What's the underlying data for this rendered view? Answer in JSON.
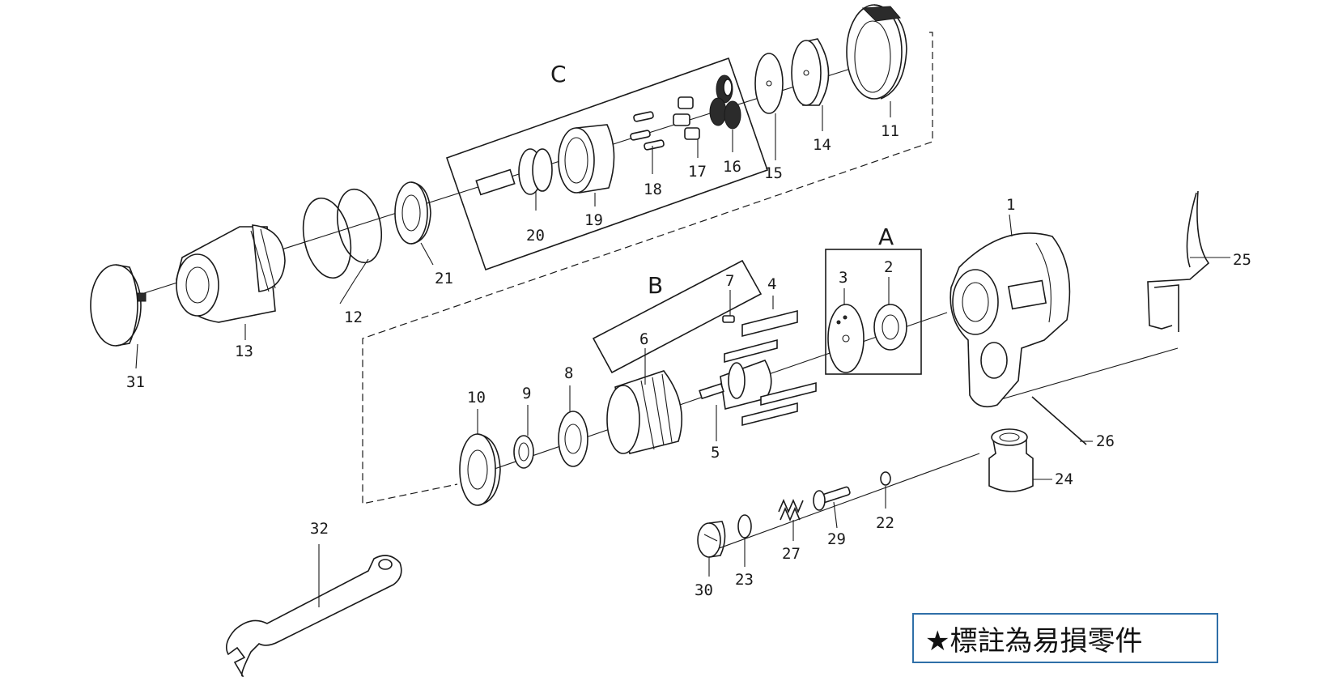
{
  "group_labels": {
    "a": "A",
    "b": "B",
    "c": "C"
  },
  "part_numbers": {
    "p1": "1",
    "p2": "2",
    "p3": "3",
    "p4": "4",
    "p5": "5",
    "p6": "6",
    "p7": "7",
    "p8": "8",
    "p9": "9",
    "p10": "10",
    "p11": "11",
    "p12": "12",
    "p13": "13",
    "p14": "14",
    "p15": "15",
    "p16": "16",
    "p17": "17",
    "p18": "18",
    "p19": "19",
    "p20": "20",
    "p21": "21",
    "p22": "22",
    "p23": "23",
    "p24": "24",
    "p25": "25",
    "p26": "26",
    "p27": "27",
    "p29": "29",
    "p30": "30",
    "p31": "31",
    "p32": "32"
  },
  "notice": {
    "text": "★標註為易損零件",
    "border_color": "#2f6fa8"
  }
}
